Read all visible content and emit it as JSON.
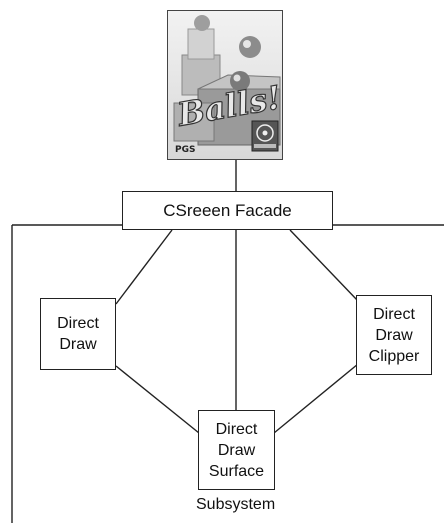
{
  "logo": {
    "title": "Balls!",
    "publisher": "PGS"
  },
  "facade": {
    "label": "CSreeen Facade"
  },
  "direct_draw": {
    "lines": [
      "Direct",
      "Draw"
    ]
  },
  "clipper": {
    "lines": [
      "Direct",
      "Draw",
      "Clipper"
    ]
  },
  "surface": {
    "lines": [
      "Direct",
      "Draw",
      "Surface"
    ]
  },
  "subsystem": {
    "label": "Subsystem"
  }
}
